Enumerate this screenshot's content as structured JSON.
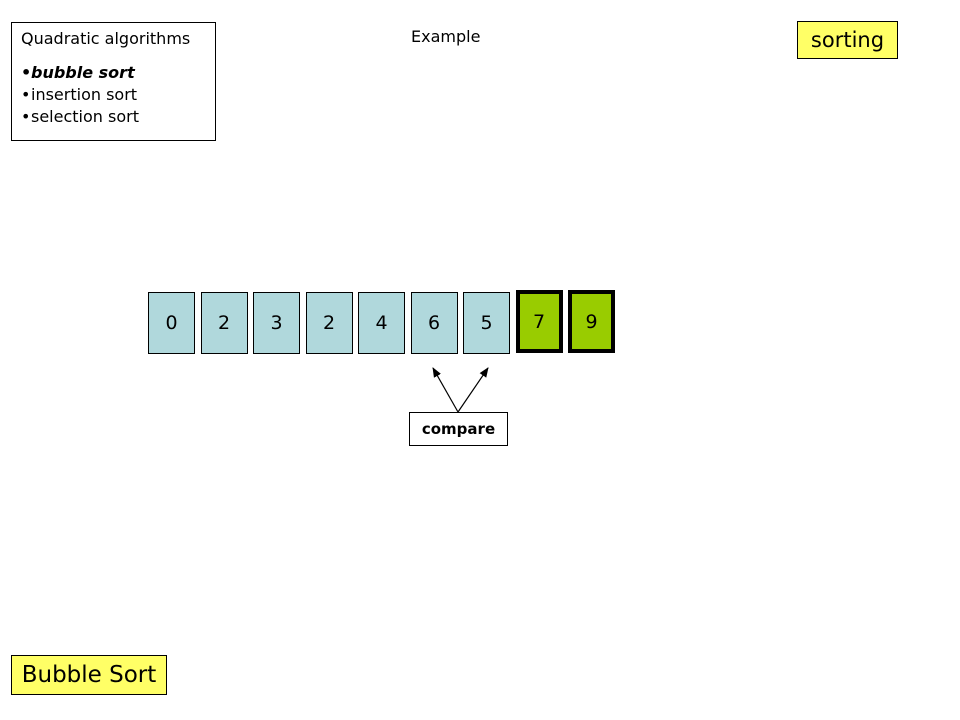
{
  "topics": {
    "title": "Quadratic algorithms",
    "items": [
      {
        "label": "bubble sort",
        "active": true
      },
      {
        "label": "insertion sort",
        "active": false
      },
      {
        "label": "selection sort",
        "active": false
      }
    ]
  },
  "example_label": "Example",
  "tag": "sorting",
  "array": {
    "values": [
      "0",
      "2",
      "3",
      "2",
      "4",
      "6",
      "5",
      "7",
      "9"
    ],
    "sorted_from_index": 7
  },
  "compare_label": "compare",
  "slide_title": "Bubble Sort",
  "colors": {
    "cell": "#b0d8dc",
    "sorted_cell": "#99cc00",
    "highlight": "#ffff66"
  }
}
